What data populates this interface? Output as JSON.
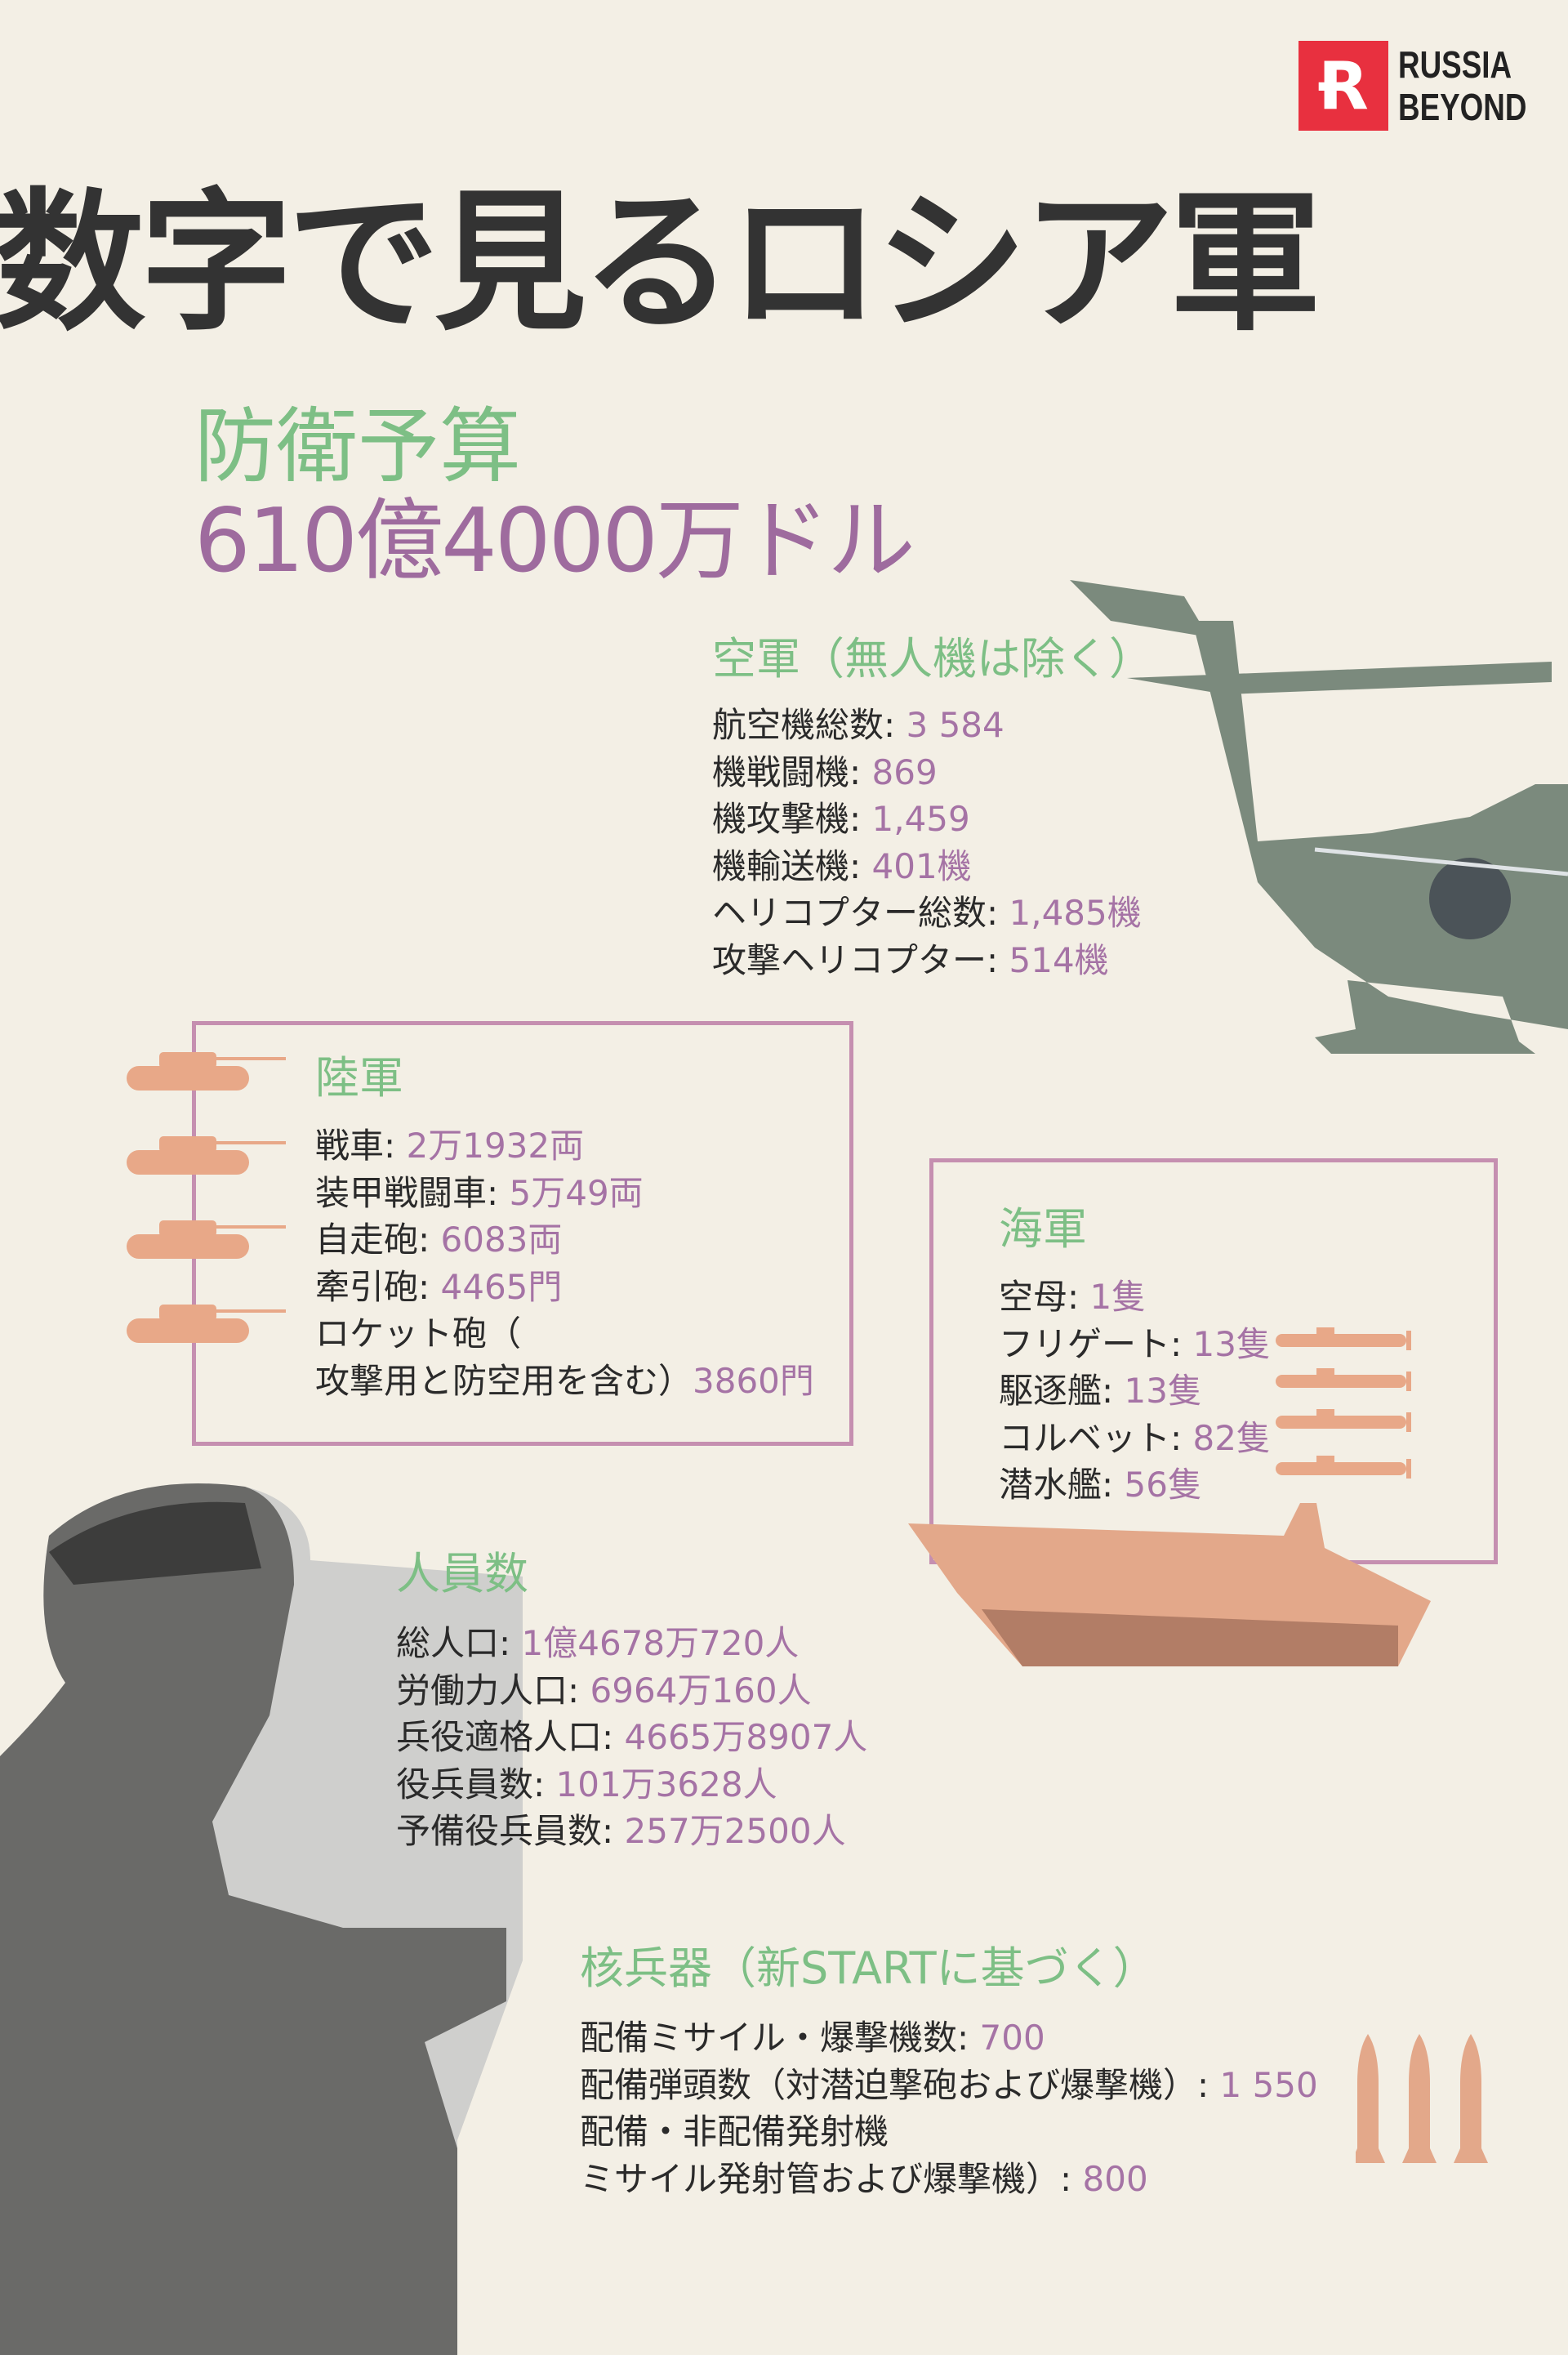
{
  "title": "数字で見るロシア軍",
  "logo": {
    "mark": "R",
    "line1": "RUSSIA",
    "line2": "BEYOND",
    "color": "#e8303f"
  },
  "budget": {
    "label": "防衛予算",
    "value": "610億4000万ドル"
  },
  "air_force": {
    "heading": "空軍（無人機は除く）",
    "items": [
      {
        "label": "航空機総数: ",
        "value": "3 584"
      },
      {
        "label": "機戦闘機: ",
        "value": "869"
      },
      {
        "label": "機攻撃機: ",
        "value": "1,459"
      },
      {
        "label": "機輸送機: ",
        "value": "401機"
      },
      {
        "label": "ヘリコプター総数: ",
        "value": "1,485機"
      },
      {
        "label": "攻撃ヘリコプター: ",
        "value": "514機"
      }
    ]
  },
  "army": {
    "heading": "陸軍",
    "items": [
      {
        "label": "戦車: ",
        "value": "2万1932両"
      },
      {
        "label": "装甲戦闘車: ",
        "value": "5万49両"
      },
      {
        "label": "自走砲: ",
        "value": "6083両"
      },
      {
        "label": "牽引砲: ",
        "value": "4465門"
      },
      {
        "label": "ロケット砲（",
        "value": ""
      },
      {
        "label": "攻撃用と防空用を含む）",
        "value": "3860門"
      }
    ]
  },
  "navy": {
    "heading": "海軍",
    "items": [
      {
        "label": "空母: ",
        "value": "1隻"
      },
      {
        "label": "フリゲート: ",
        "value": "13隻"
      },
      {
        "label": "駆逐艦: ",
        "value": "13隻"
      },
      {
        "label": "コルベット: ",
        "value": "82隻"
      },
      {
        "label": "潜水艦: ",
        "value": "56隻"
      }
    ]
  },
  "personnel": {
    "heading": "人員数",
    "items": [
      {
        "label": "総人口: ",
        "value": "1億4678万720人"
      },
      {
        "label": "労働力人口: ",
        "value": "6964万160人"
      },
      {
        "label": "兵役適格人口: ",
        "value": "4665万8907人"
      },
      {
        "label": "役兵員数: ",
        "value": "101万3628人"
      },
      {
        "label": "予備役兵員数: ",
        "value": "257万2500人"
      }
    ]
  },
  "nuclear": {
    "heading": "核兵器（新STARTに基づく）",
    "items": [
      {
        "label": "配備ミサイル・爆撃機数: ",
        "value": "700"
      },
      {
        "label": "配備弾頭数（対潜迫撃砲および爆撃機）: ",
        "value": "1 550"
      },
      {
        "label": "配備・非配備発射機",
        "value": ""
      },
      {
        "label": "ミサイル発射管および爆撃機）: ",
        "value": "800"
      }
    ]
  },
  "colors": {
    "background": "#f3efe5",
    "heading": "#7dbf85",
    "value": "#a573a5",
    "box_border": "#c58fb0",
    "icon": "#e8a888"
  }
}
